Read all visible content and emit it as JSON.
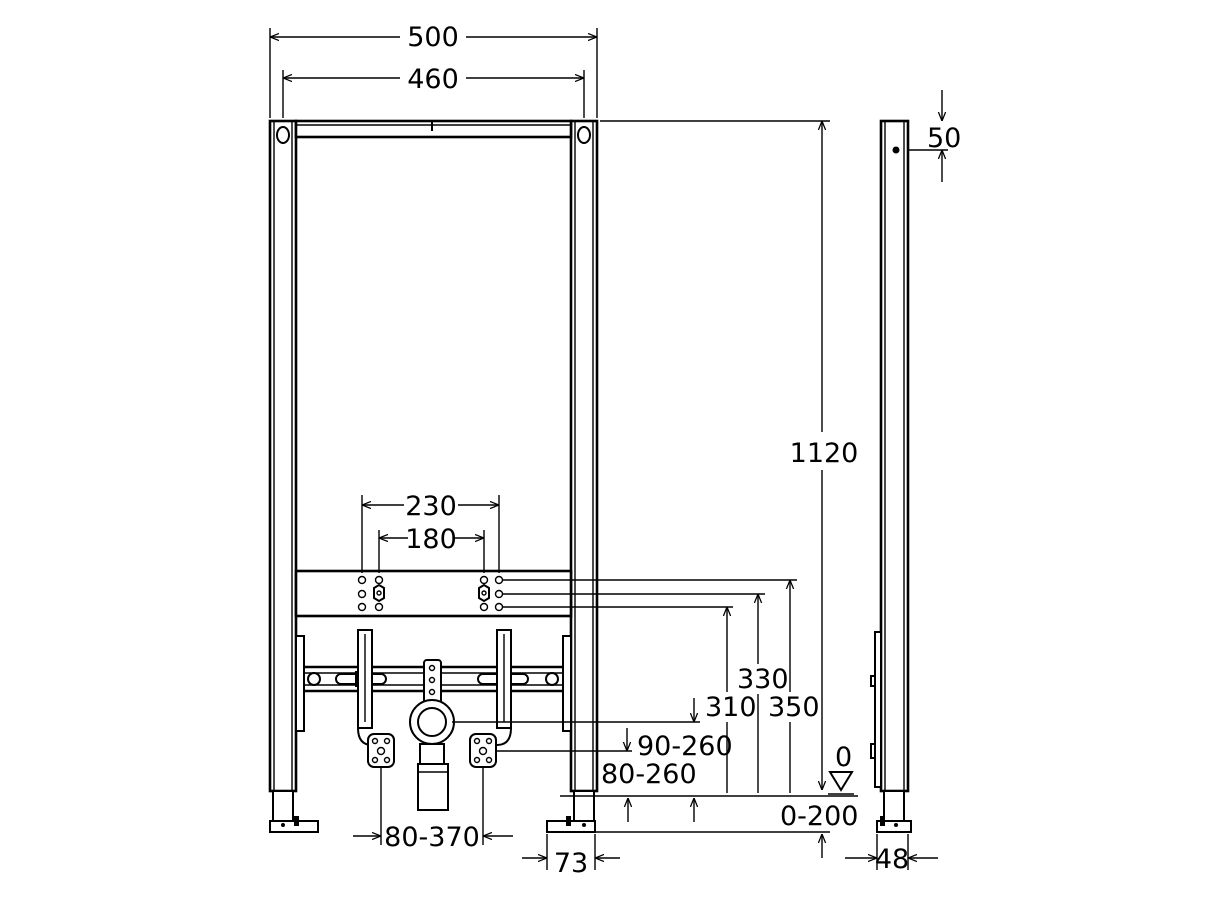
{
  "drawing": {
    "colors": {
      "line": "#000000",
      "background": "#ffffff"
    },
    "dimensions": {
      "overall_width": "500",
      "hole_spacing": "460",
      "height": "1120",
      "depth_top": "50",
      "outer_connections": "230",
      "inner_connections": "180",
      "connection_height_a": "330",
      "connection_height_b": "310",
      "connection_height_c": "350",
      "drain_height": "90-260",
      "supply_height": "80-260",
      "floor_level": "0",
      "foot_adjust": "0-200",
      "bracket_spacing": "80-370",
      "foot_width": "73",
      "profile_depth": "48"
    }
  }
}
